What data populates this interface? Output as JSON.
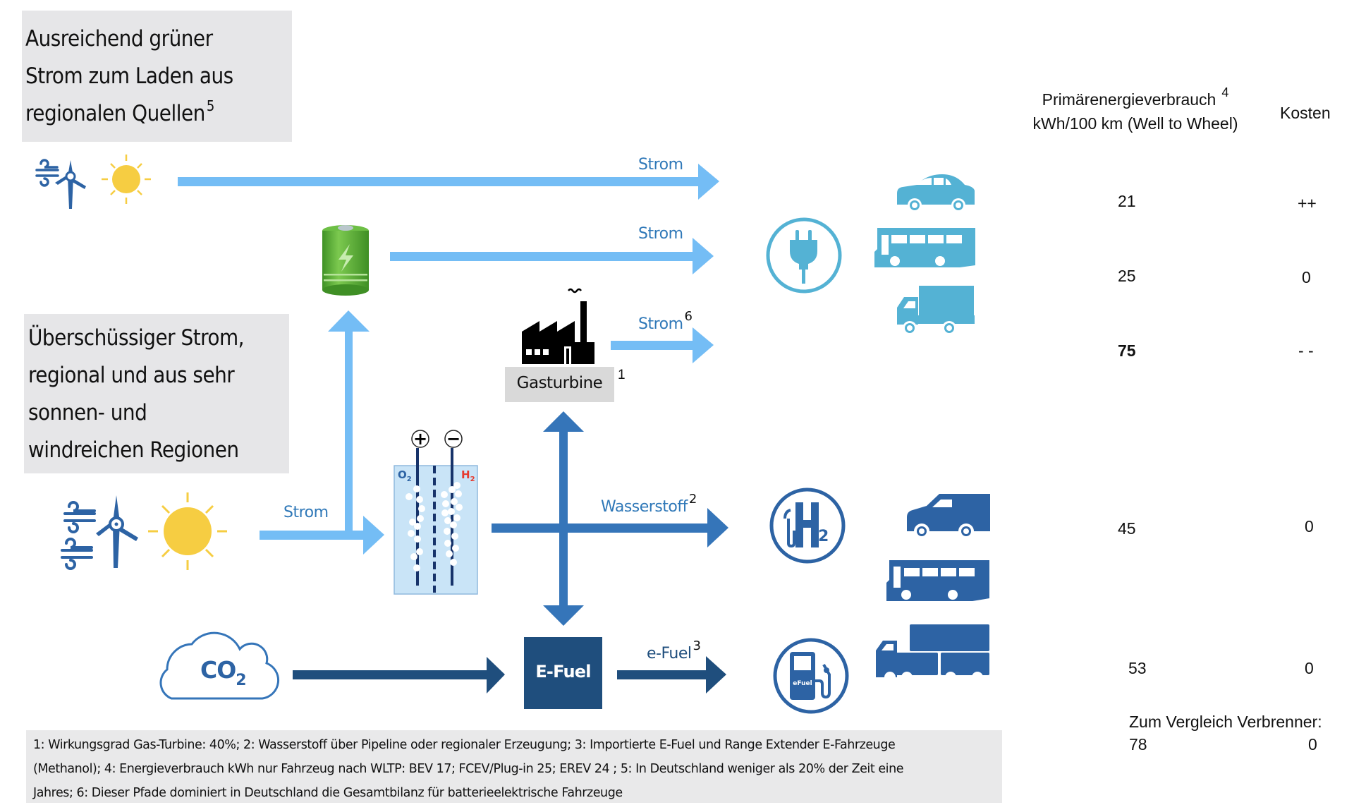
{
  "panels": {
    "green_power": {
      "lines": [
        "Ausreichend grüner",
        "Strom zum Laden aus",
        "regionalen Quellen"
      ],
      "footnote_ref": "5"
    },
    "surplus_power": {
      "lines": [
        "Überschüssiger Strom,",
        "regional und aus sehr",
        "sonnen- und",
        "windreichen Regionen"
      ]
    }
  },
  "flows": {
    "strom_direct": {
      "label": "Strom"
    },
    "strom_battery": {
      "label": "Strom"
    },
    "strom_gasturbine": {
      "label": "Strom",
      "footnote_ref": "6"
    },
    "strom_electrolysis": {
      "label": "Strom"
    },
    "wasserstoff": {
      "label": "Wasserstoff",
      "footnote_ref": "2"
    },
    "efuel": {
      "label": "e-Fuel",
      "footnote_ref": "3"
    }
  },
  "nodes": {
    "gasturbine": {
      "label": "Gasturbine",
      "footnote_ref": "1"
    },
    "efuel_box": {
      "label": "E-Fuel"
    },
    "co2": {
      "label": "CO",
      "sub": "2"
    },
    "electrolyzer": {
      "plus": "+",
      "minus": "−",
      "o2": "O",
      "o2_sub": "2",
      "h2": "H",
      "h2_sub": "2"
    },
    "efuel_station": {
      "label": "eFuel"
    },
    "h2_station": {
      "label": "H",
      "sub": "2"
    }
  },
  "table": {
    "header_consumption_line1": "Primärenergieverbrauch",
    "header_consumption_ref": "4",
    "header_consumption_line2": "kWh/100 km (Well to Wheel)",
    "header_costs": "Kosten",
    "rows": [
      {
        "consumption": "21",
        "costs": "++"
      },
      {
        "consumption": "25",
        "costs": "0"
      },
      {
        "consumption": "75",
        "costs": "- -"
      },
      {
        "consumption": "45",
        "costs": "0"
      },
      {
        "consumption": "53",
        "costs": "0"
      }
    ],
    "comparison_label": "Zum Vergleich Verbrenner:",
    "comparison_consumption": "78",
    "comparison_costs": "0"
  },
  "footnotes": {
    "line1": "1: Wirkungsgrad Gas-Turbine: 40%; 2:  Wasserstoff über Pipeline oder regionaler Erzeugung; 3:  Importierte E-Fuel und Range Extender E-Fahrzeuge",
    "line2": "(Methanol); 4:  Energieverbrauch kWh nur Fahrzeug nach WLTP: BEV 17; FCEV/Plug-in 25; EREV 24 ; 5: In Deutschland weniger als 20% der Zeit eine",
    "line3": "Jahres; 6: Dieser Pfade dominiert in Deutschland die Gesamtbilanz für batterieelektrische Fahrzeuge"
  },
  "colors": {
    "light_blue_arrow": "#74bdf5",
    "mid_blue": "#3575b9",
    "dark_blue": "#1f4e7d",
    "bev_icon": "#54b2d4",
    "fuel_icon": "#2d63a4",
    "sun": "#f6cd42",
    "battery_green": "#5ab33a",
    "panel_grey": "#e6e6e8"
  }
}
